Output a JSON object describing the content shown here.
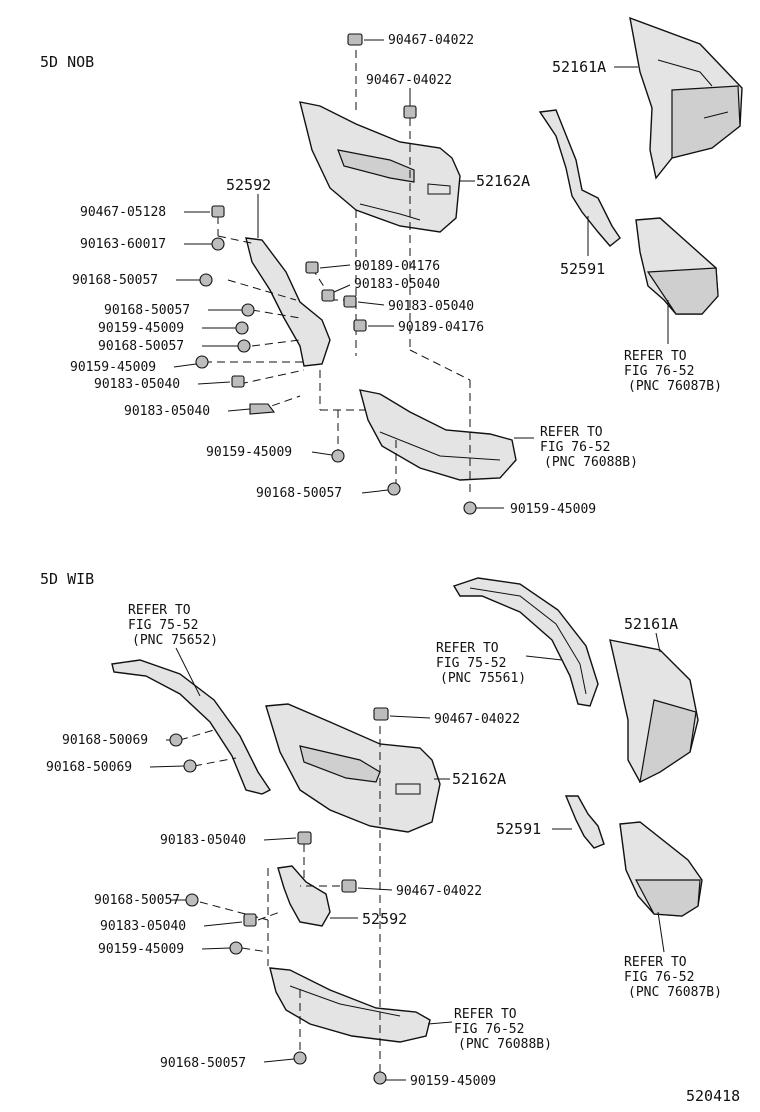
{
  "sections": {
    "nob": "5D  NOB",
    "wib": "5D  WIB"
  },
  "parts": {
    "p52161A": "52161A",
    "p52162A": "52162A",
    "p52592": "52592",
    "p52591": "52591",
    "p90467_04022": "90467-04022",
    "p90467_05128": "90467-05128",
    "p90163_60017": "90163-60017",
    "p90168_50057": "90168-50057",
    "p90159_45009": "90159-45009",
    "p90183_05040": "90183-05040",
    "p90189_04176": "90189-04176",
    "p90168_50069": "90168-50069"
  },
  "refer": {
    "line1": "REFER TO",
    "fig7652": "FIG 76-52",
    "fig7552": "FIG 75-52",
    "pnc76087B": "(PNC 76087B)",
    "pnc76088B": "(PNC 76088B)",
    "pnc75652": "(PNC 75652)",
    "pnc75561": "(PNC 75561)"
  },
  "diagram_id": "520418"
}
